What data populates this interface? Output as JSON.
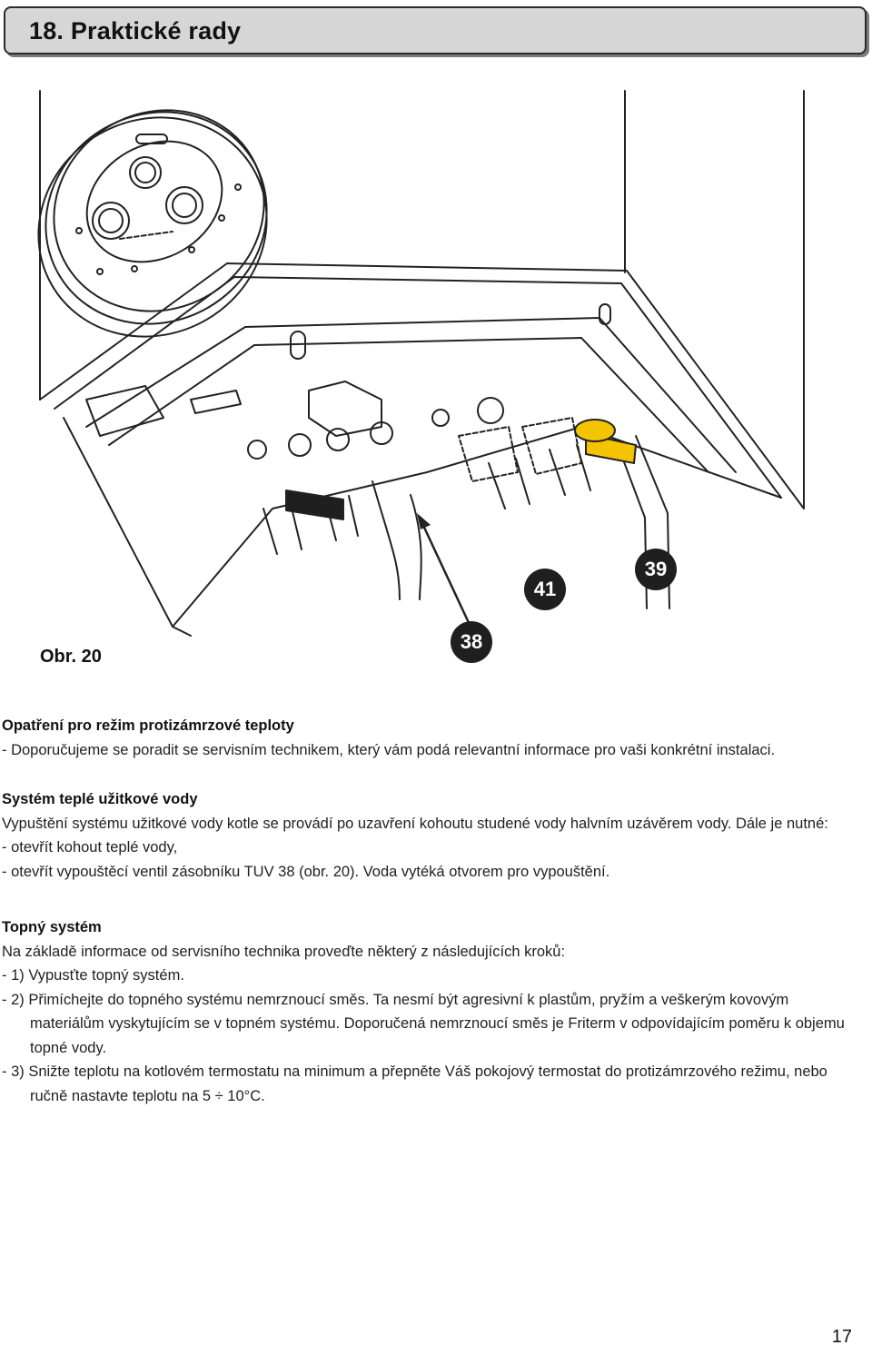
{
  "header": {
    "title": "18. Praktické rady"
  },
  "figure": {
    "label": "Obr. 20",
    "callouts": {
      "c38": "38",
      "c41": "41",
      "c39": "39"
    },
    "colors": {
      "valve_yellow": "#f5c400",
      "outline": "#222222"
    }
  },
  "sections": {
    "antifreeze": {
      "heading": "Opatření pro režim protizámrzové teploty",
      "line1": "- Doporučujeme se poradit se servisním technikem, který vám podá relevantní informace pro vaši konkrétní instalaci."
    },
    "dhw": {
      "heading": "Systém teplé užitkové vody",
      "line1": "Vypuštění systému užitkové vody kotle se provádí po uzavření kohoutu studené vody halvním uzávěrem vody. Dále je nutné:",
      "line2": "- otevřít kohout teplé vody,",
      "line3": "- otevřít vypouštěcí ventil zásobníku TUV 38 (obr. 20). Voda vytéká otvorem pro vypouštění."
    },
    "heating": {
      "heading": "Topný systém",
      "line1": "Na základě informace od servisního technika proveďte některý z následujících kroků:",
      "step1": "- 1) Vypusťte topný systém.",
      "step2": "- 2) Přimíchejte do topného systému nemrznoucí směs. Ta nesmí být agresivní k plastům, pryžím a veškerým kovovým materiálům vyskytujícím se v topném systému. Doporučená nemrznoucí směs je Friterm v odpovídajícím poměru k objemu topné vody.",
      "step3": "- 3) Snižte teplotu na kotlovém termostatu na minimum a přepněte Váš pokojový termostat do protizámrzového režimu, nebo ručně nastavte teplotu na 5 ÷ 10°C."
    }
  },
  "page_number": "17"
}
